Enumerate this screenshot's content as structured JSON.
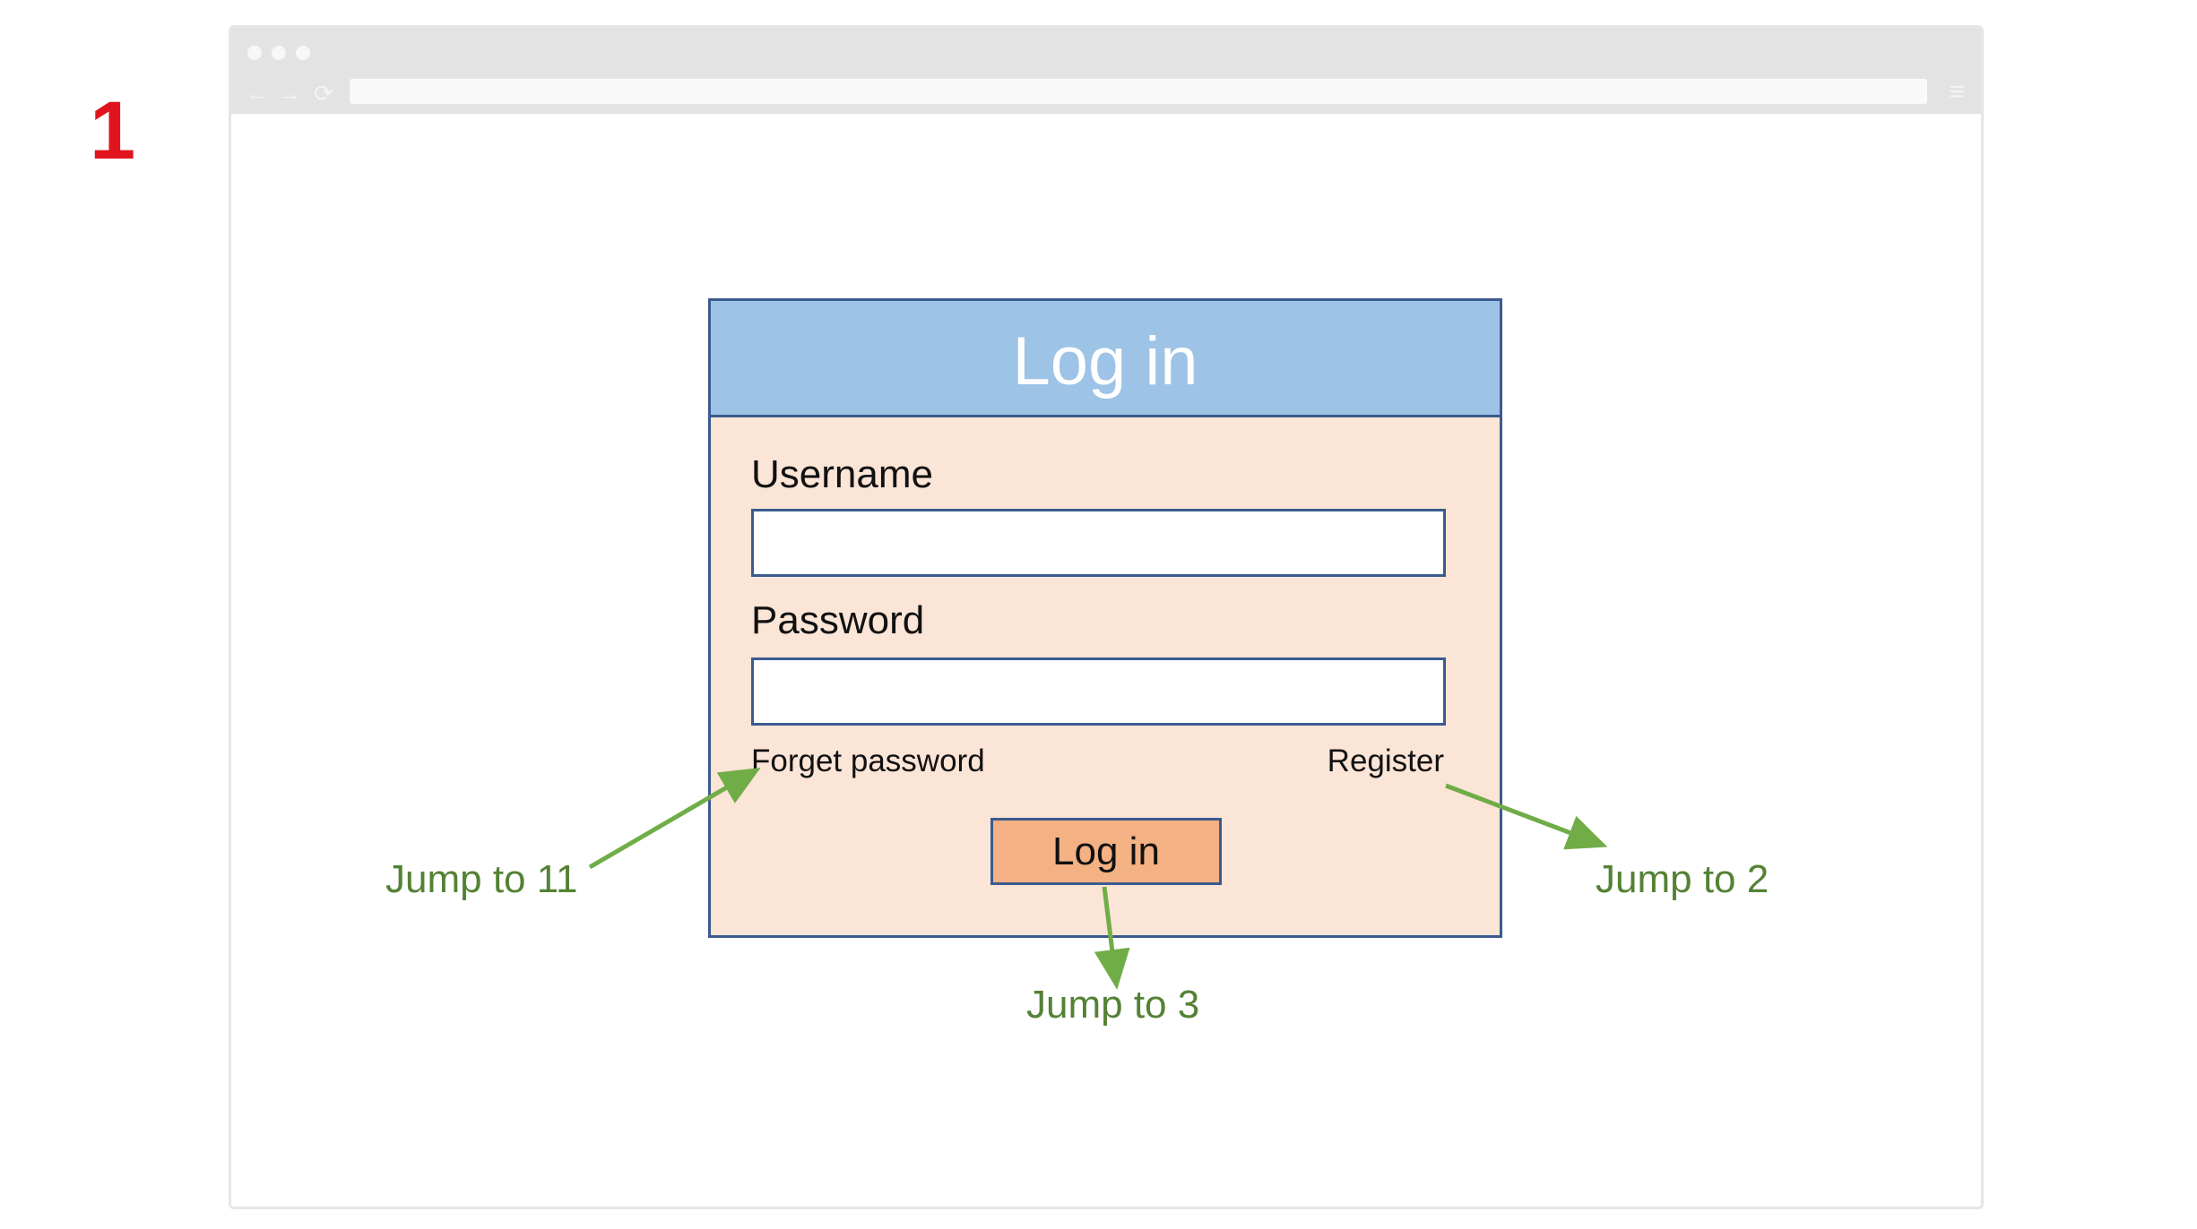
{
  "page_number": "1",
  "browser": {
    "nav_back_glyph": "←",
    "nav_forward_glyph": "→",
    "reload_glyph": "⟳",
    "menu_glyph": "≡",
    "icons": [
      "window-dot",
      "back-arrow-icon",
      "forward-arrow-icon",
      "reload-icon",
      "menu-icon"
    ]
  },
  "login": {
    "title": "Log in",
    "username_label": "Username",
    "username_value": "",
    "password_label": "Password",
    "password_value": "",
    "forget_password": "Forget password",
    "register": "Register",
    "button_label": "Log in"
  },
  "annotations": {
    "forget_password_target": "Jump to 11",
    "register_target": "Jump to 2",
    "login_target": "Jump to 3"
  },
  "colors": {
    "page_number": "#e0141e",
    "header_blue": "#9dc3e6",
    "panel_peach": "#fbe5d7",
    "button_orange": "#f4b183",
    "border_navy": "#3b5b8f",
    "annotation_green": "#548235",
    "arrow_green": "#70ad47"
  }
}
